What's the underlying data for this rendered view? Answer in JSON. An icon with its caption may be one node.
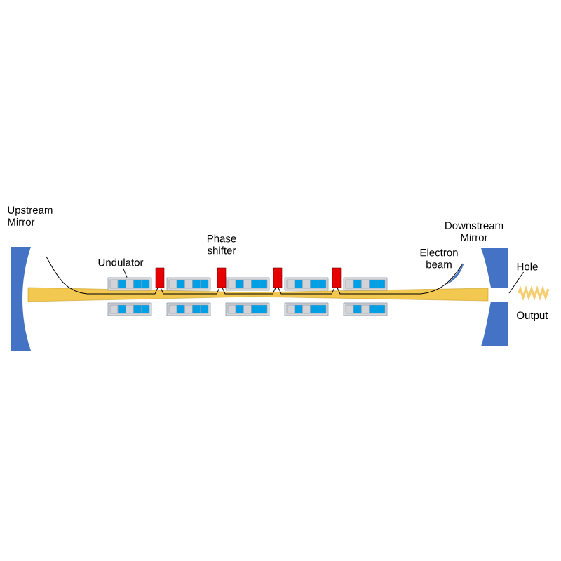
{
  "diagram": {
    "nodes": [
      {
        "text": [
          "Undulator"
        ]
      },
      {
        "text": [],
        "shape": "box"
      },
      {
        "text": [
          "Hole"
        ]
      }
    ],
    "edges": [
      {
        "from": 0,
        "to": 1,
        "arrow": "none"
      },
      {
        "from": 2,
        "to": null,
        "arrow": "none"
      }
    ],
    "labels": [
      "Upstream Mirror",
      "Phase shifter",
      "Electron beam",
      "Downstream Mirror",
      "Output"
    ]
  }
}
